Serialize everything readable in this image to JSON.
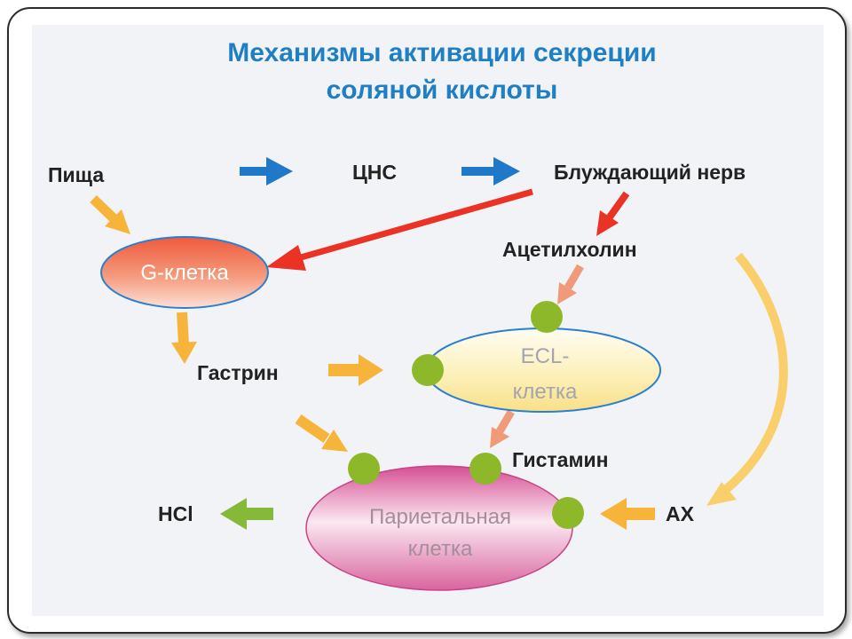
{
  "title": {
    "line1": "Механизмы активации секреции",
    "line2": "соляной кислоты"
  },
  "nodes": {
    "food": "Пища",
    "cns": "ЦНС",
    "vagus": "Блуждающий нерв",
    "acetylcholine": "Ацетилхолин",
    "g_cell": "G-клетка",
    "gastrin": "Гастрин",
    "ecl_cell_line1": "ECL-",
    "ecl_cell_line2": "клетка",
    "histamine": "Гистамин",
    "parietal_line1": "Париетальная",
    "parietal_line2": "клетка",
    "hcl": "HCl",
    "ach": "АХ"
  },
  "colors": {
    "title": "#1e7fc4",
    "blue_arrow": "#1f78c8",
    "red_arrow": "#ea3324",
    "orange_arrow": "#f7b43a",
    "salmon_arrow": "#ef9a78",
    "green_arrow": "#86b83a",
    "receptor": "#8db82a",
    "g_cell_fill": "#ee5a3c",
    "ecl_cell_fill": "#fbe79a",
    "parietal_fill": "#d9649e",
    "cell_outline": "#2a7fd0"
  }
}
